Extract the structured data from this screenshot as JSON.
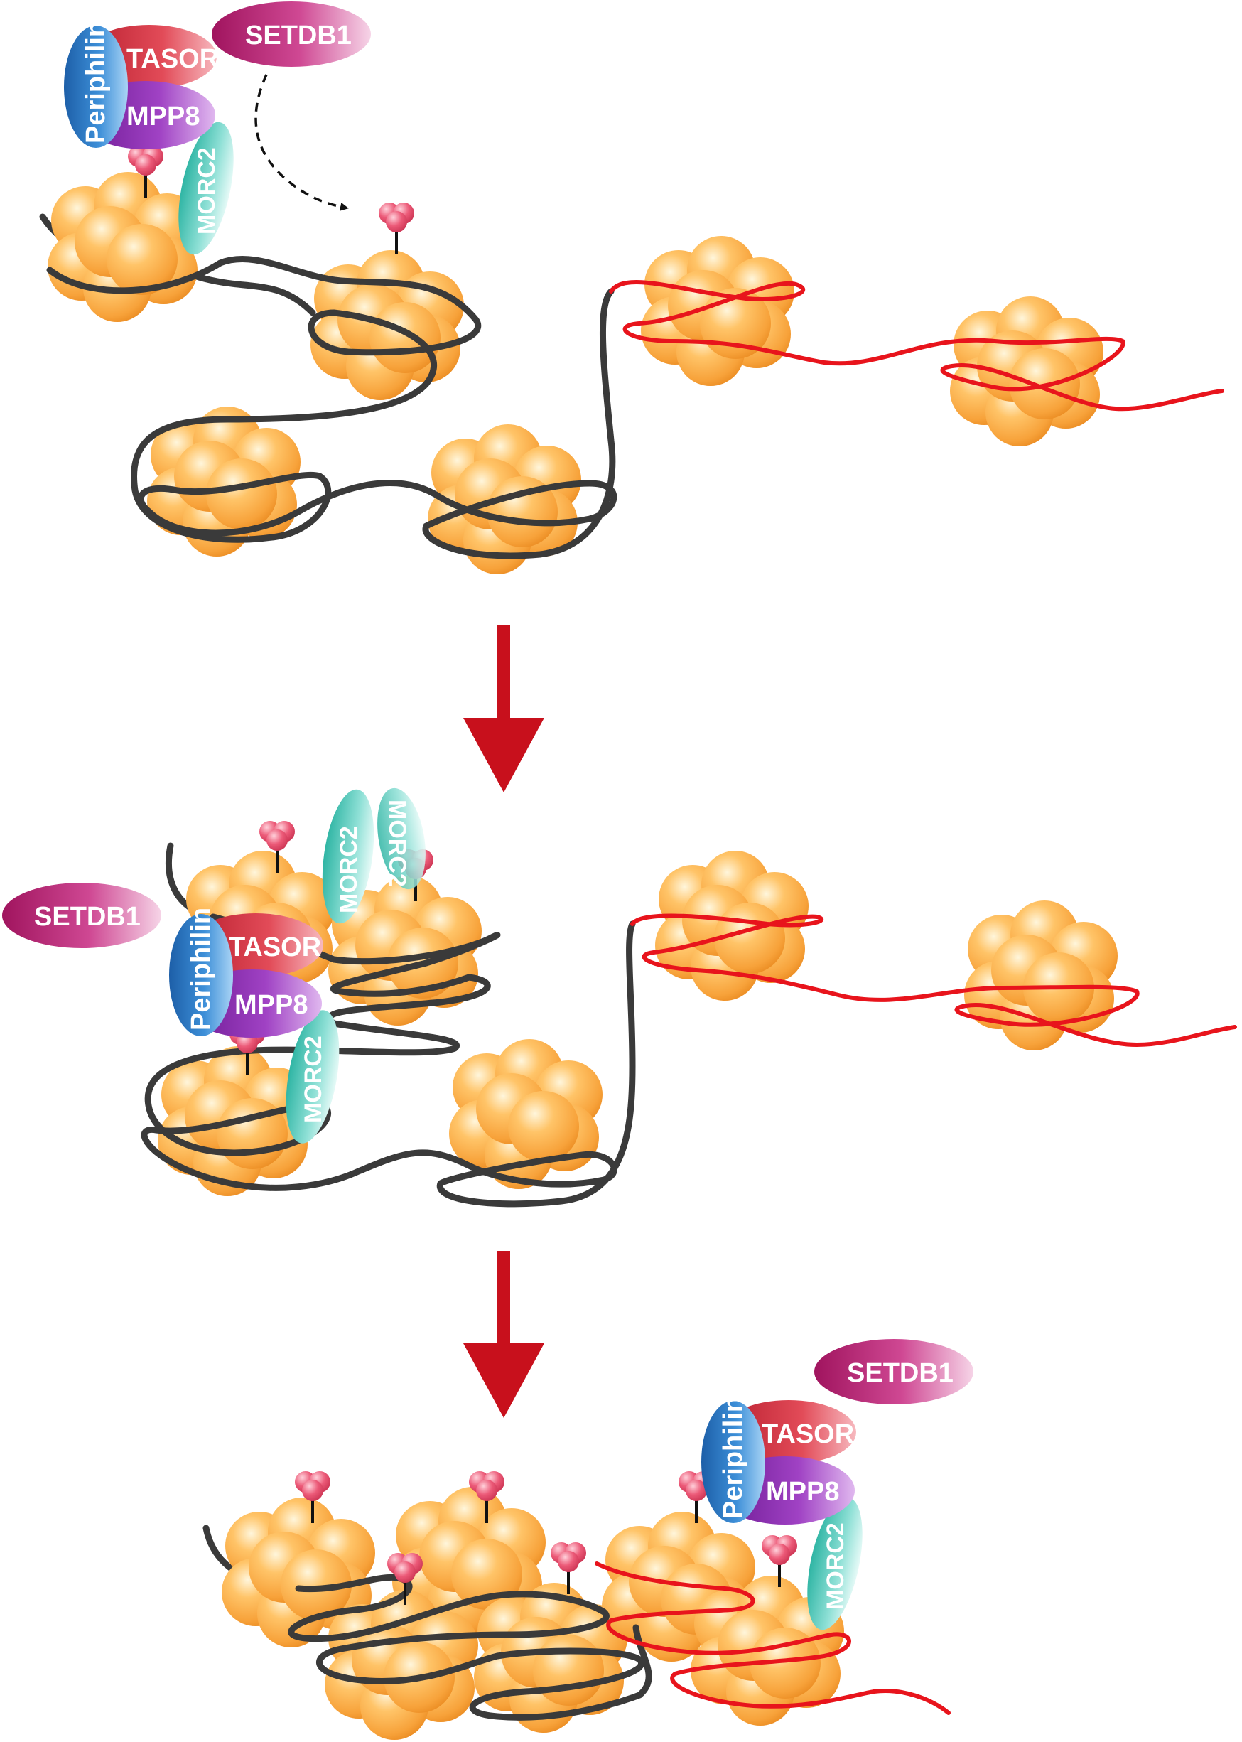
{
  "labels": {
    "periphilin": "Periphilin",
    "tasor": "TASOR",
    "mpp8": "MPP8",
    "morc2": "MORC2",
    "setdb1": "SETDB1"
  },
  "colors": {
    "silenced_dna": "#3a3a3a",
    "active_dna": "#e8141c",
    "arrow": "#c8101c",
    "histone": "#f7a23a",
    "h3k9me3_mark": "#e84a6a",
    "periphilin": "#2f7ec4",
    "tasor": "#d83a4a",
    "mpp8": "#8e2fb0",
    "morc2": "#4fc8b8",
    "setdb1": "#b51e78"
  },
  "icons": [
    "histone-octamer",
    "h3k9me3-mark",
    "dashed-recruitment-arrow",
    "step-arrow"
  ]
}
